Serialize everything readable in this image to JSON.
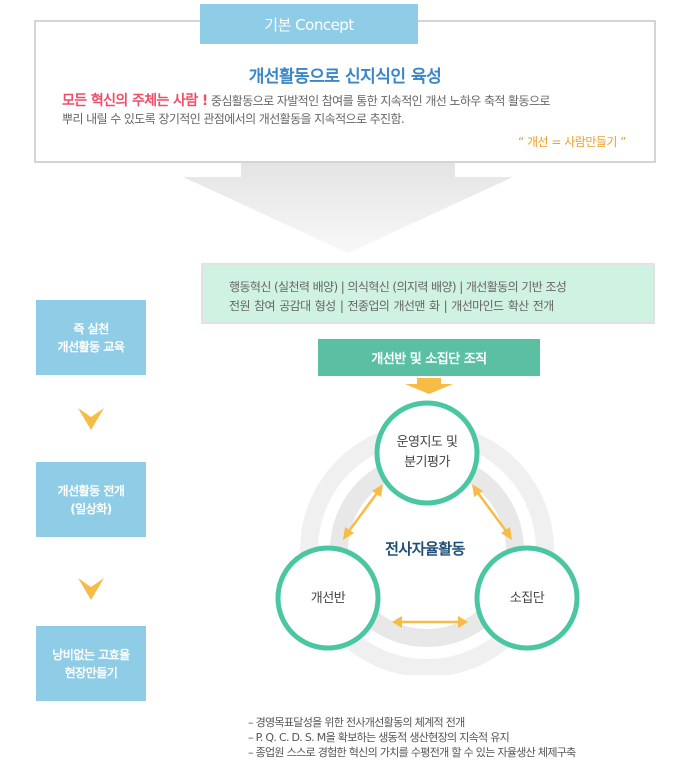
{
  "concept": {
    "tab_label": "기본 Concept",
    "title": "개선활동으로 신지식인 육성",
    "highlight": "모든 혁신의 주체는 사람 !",
    "body_line1": " 중심활동으로 자발적인 참여를 통한 지속적인 개선 노하우 축적 활동으로",
    "body_line2": "뿌리 내릴 수 있도록 장기적인 관점에서의 개선활동을 지속적으로 추진함.",
    "quote": "“ 개선 = 사람만들기 ”"
  },
  "green_box": {
    "row1": "행동혁신 (실천력 배양) | 의식혁신 (의지력 배양) | 개선활동의 기반 조성",
    "row2": "전원 참여 공감대 형성  |    전종업의 개선맨 화    | 개선마인드 확산 전개"
  },
  "steps": [
    {
      "line1": "즉 실천",
      "line2": "개선활동 교육"
    },
    {
      "line1": "개선활동 전개",
      "line2": "(일상화)"
    },
    {
      "line1": "낭비없는 고효율",
      "line2": "현장만들기"
    }
  ],
  "org_bar": "개선반 및 소집단 조직",
  "cycle": {
    "top_line1": "운영지도 및",
    "top_line2": "분기평가",
    "left": "개선반",
    "right": "소집단",
    "center": "전사자율활동"
  },
  "notes": [
    "– 경영목표달성을 위한 전사개선활동의 체계적 전개",
    "– P. Q. C. D. S. M을 확보하는 생동적 생산현장의 지속적 유지",
    "– 종업원 스스로 경험한 혁신의 가치를 수평전개 할 수 있는 자율생산 체제구축"
  ],
  "colors": {
    "sky": "#8fcde6",
    "teal": "#5bbfa3",
    "circle_border": "#4bc6a2",
    "arrow_orange": "#f7bc45",
    "mint_bg": "#d0f2e2",
    "highlight_red": "#ee4f68",
    "title_blue": "#3a86c6"
  }
}
